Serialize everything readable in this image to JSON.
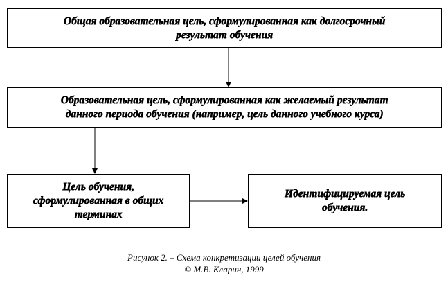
{
  "boxes": [
    {
      "lines": [
        "Общая образовательная цель, сформулированная как долгосрочный",
        "результат обучения"
      ]
    },
    {
      "lines": [
        "Образовательная цель, сформулированная как желаемый результат",
        "данного периода обучения (например, цель данного учебного курса)"
      ]
    },
    {
      "lines": [
        "Цель обучения,",
        "сформулированная в общих",
        "терминах"
      ]
    },
    {
      "lines": [
        "Идентифицируемая цель",
        "обучения."
      ]
    }
  ],
  "caption": {
    "title": "Рисунок 2. – Схема конкретизации целей обучения",
    "credit": "© М.В. Кларин, 1999"
  }
}
